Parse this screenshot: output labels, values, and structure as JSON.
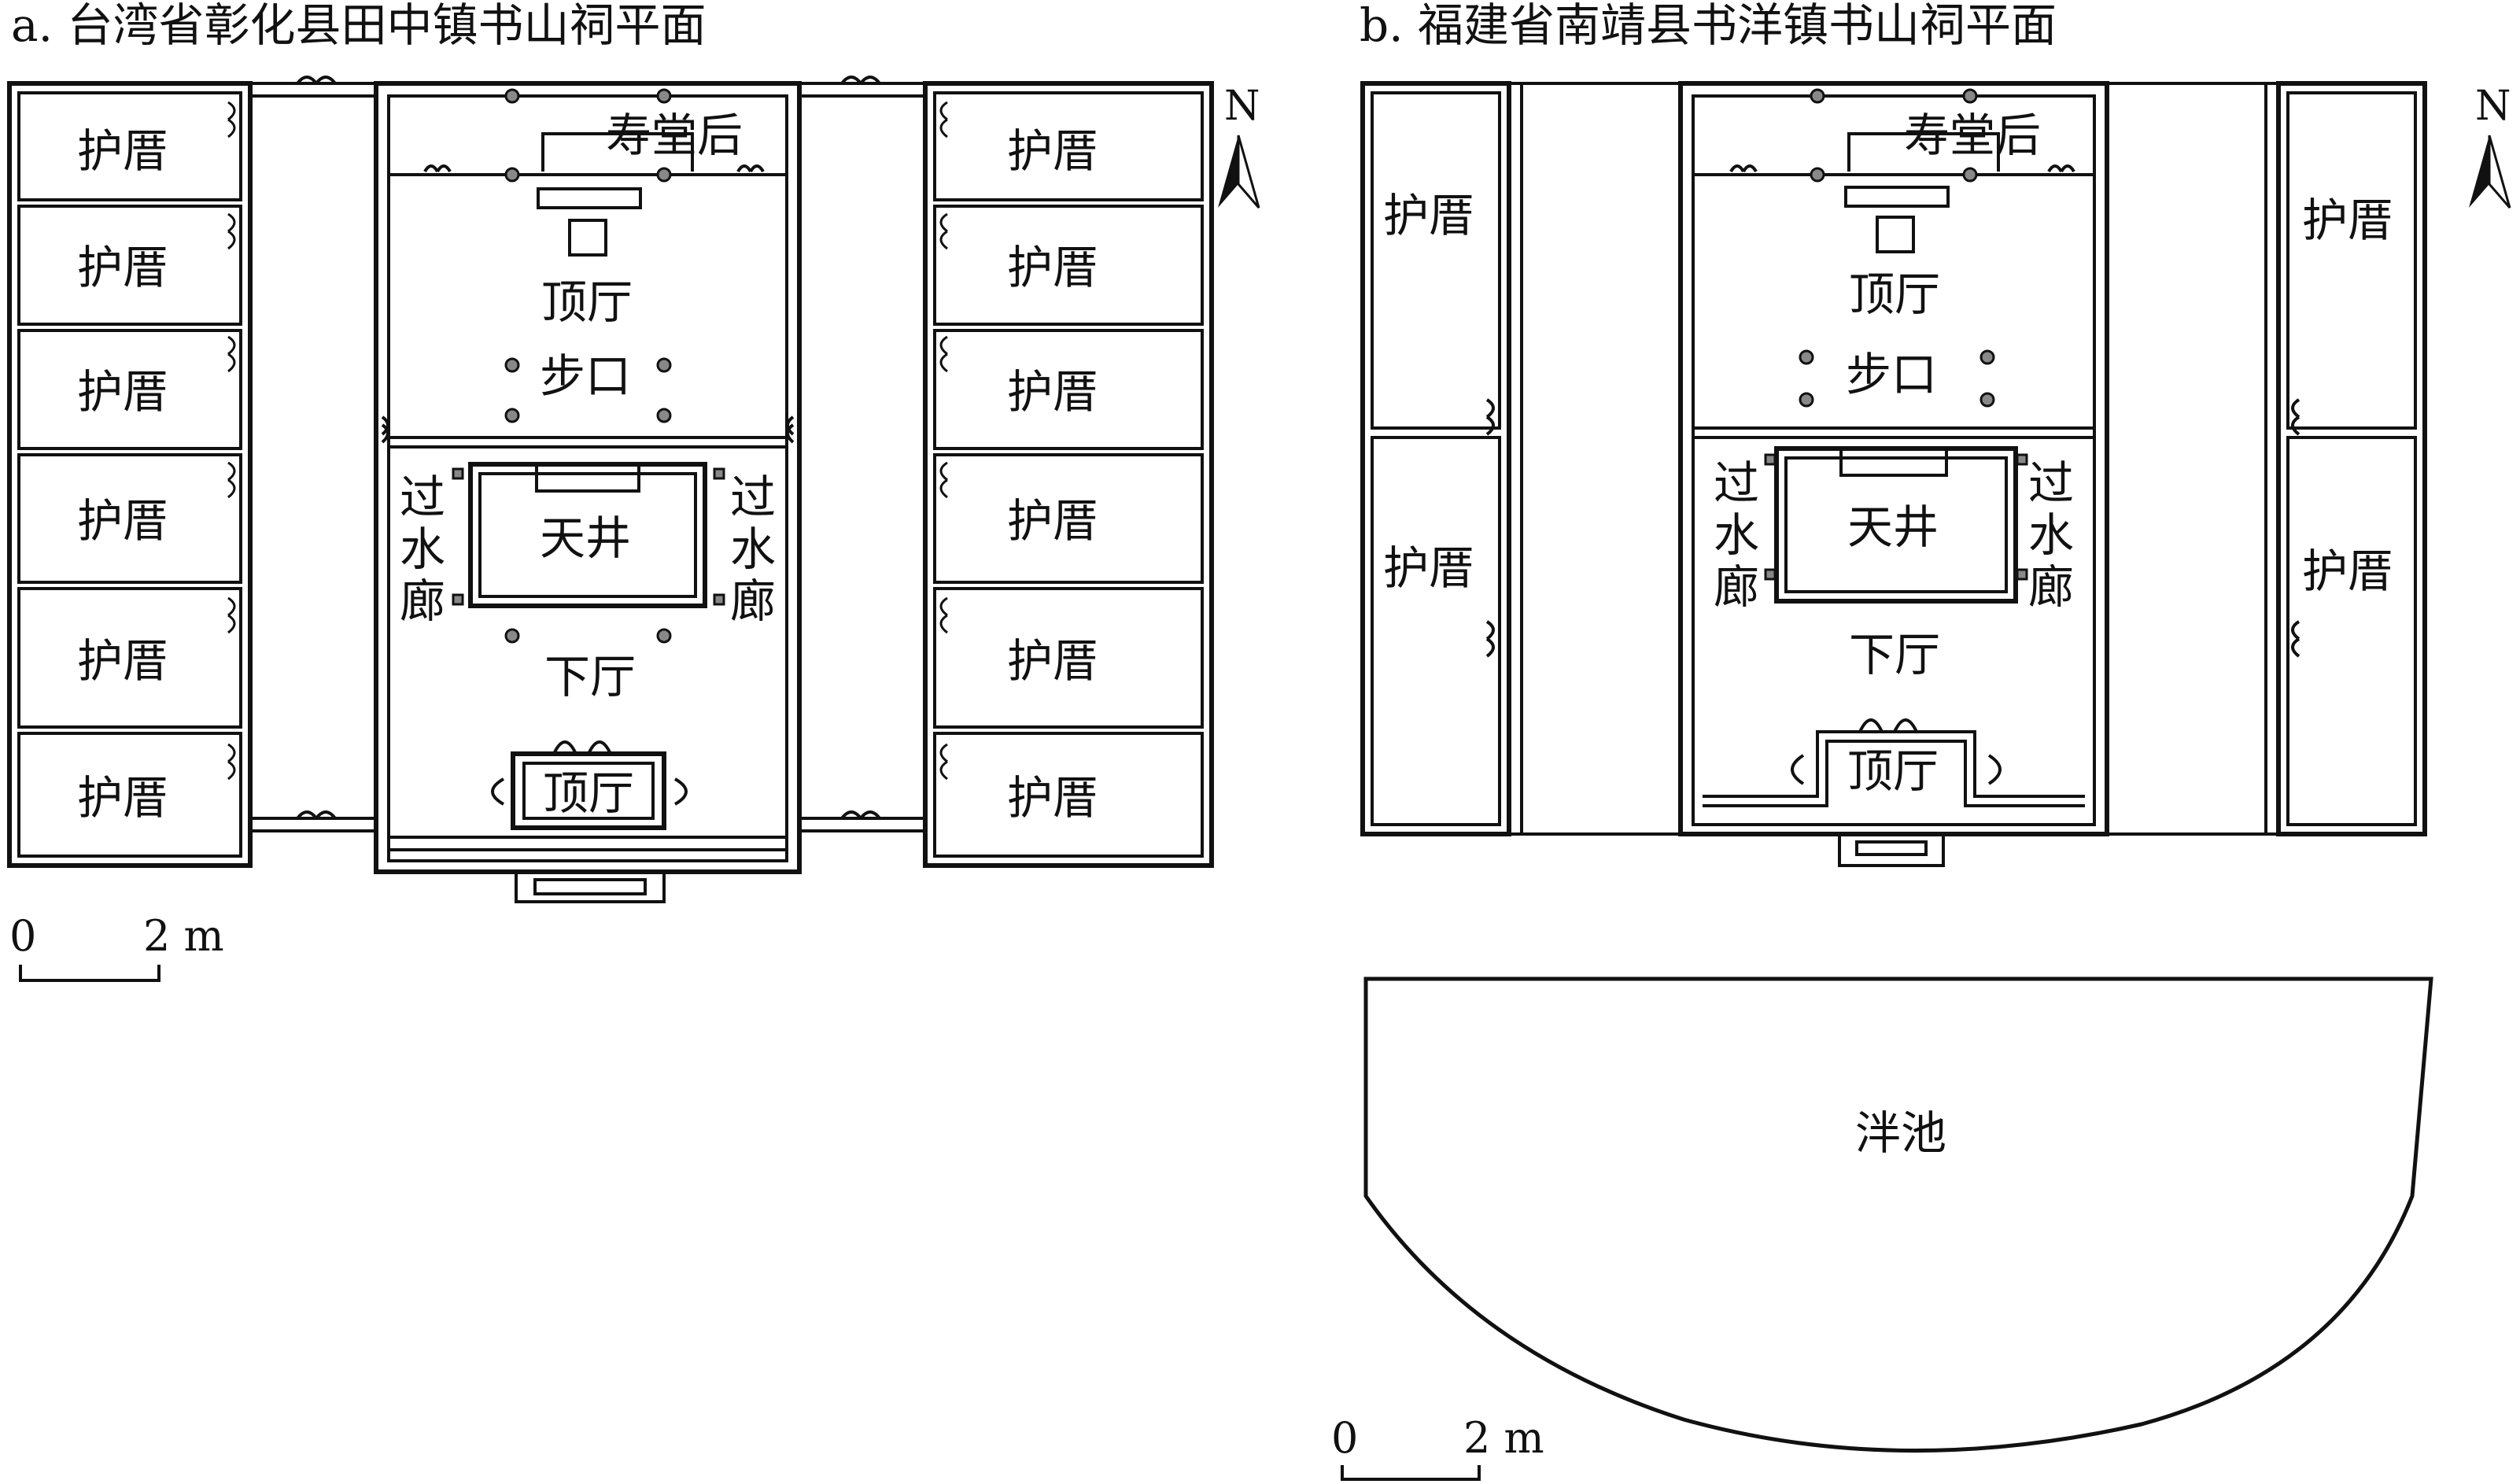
{
  "panels": [
    {
      "id": "a",
      "title": "a. 台湾省彰化县田中镇书山祠平面",
      "labels": {
        "shoutang": "寿堂后",
        "dingting_upper": "顶厅",
        "bukou": "步口",
        "tianjing": "天井",
        "guoshuilang_left": [
          "过",
          "水",
          "廊"
        ],
        "guoshuilang_right": [
          "过",
          "水",
          "廊"
        ],
        "xiating": "下厅",
        "dingting_lower": "顶厅",
        "hucuo": "护厝"
      },
      "scale": {
        "zero": "0",
        "end": "2 m"
      },
      "north": "N"
    },
    {
      "id": "b",
      "title": "b. 福建省南靖县书洋镇书山祠平面",
      "labels": {
        "shoutang": "寿堂后",
        "dingting_upper": "顶厅",
        "bukou": "步口",
        "tianjing": "天井",
        "guoshuilang_left": [
          "过",
          "水",
          "廊"
        ],
        "guoshuilang_right": [
          "过",
          "水",
          "廊"
        ],
        "xiating": "下厅",
        "dingting_lower": "顶厅",
        "hucuo": "护厝",
        "panchi": "泮池"
      },
      "scale": {
        "zero": "0",
        "end": "2 m"
      },
      "north": "N"
    }
  ]
}
